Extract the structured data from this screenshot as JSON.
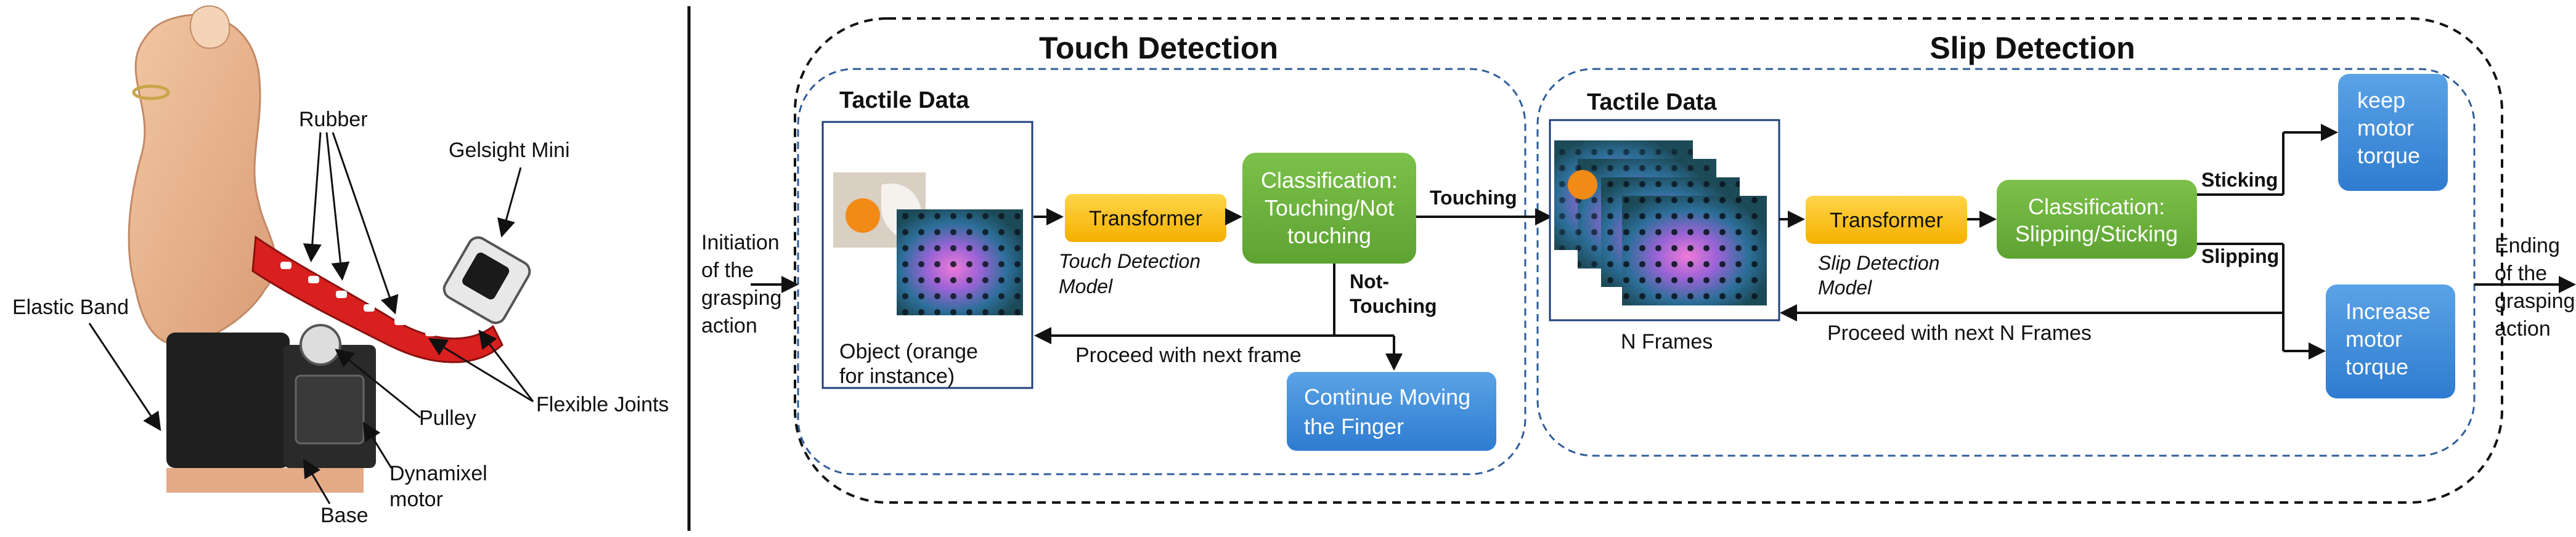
{
  "photo": {
    "rubber": "Rubber",
    "gelsight_mini": "Gelsight Mini",
    "elastic_band": "Elastic Band",
    "pulley": "Pulley",
    "flexible_joints": "Flexible Joints",
    "dynamixel": "Dynamixel",
    "motor": "motor",
    "base": "Base"
  },
  "pipeline": {
    "touch_header": "Touch Detection",
    "slip_header": "Slip Detection",
    "initiation": [
      "Initiation",
      "of the",
      "grasping",
      "action"
    ],
    "ending": [
      "Ending",
      "of the",
      "grasping",
      "action"
    ],
    "tactile_data": "Tactile Data",
    "object_caption": [
      "Object (orange",
      "for instance)"
    ],
    "transformer": "Transformer",
    "touch_model": [
      "Touch Detection",
      "Model"
    ],
    "touch_classifier": [
      "Classification:",
      "Touching/Not",
      "touching"
    ],
    "touching": "Touching",
    "not_touching": [
      "Not-",
      "Touching"
    ],
    "next_frame": "Proceed with next frame",
    "continue_moving": [
      "Continue Moving",
      "the Finger"
    ],
    "n_frames": "N Frames",
    "slip_model": [
      "Slip Detection",
      "Model"
    ],
    "slip_classifier": [
      "Classification:",
      "Slipping/Sticking"
    ],
    "sticking": "Sticking",
    "slipping": "Slipping",
    "next_n_frames": "Proceed with next N Frames",
    "keep_torque": [
      "keep",
      "motor",
      "torque"
    ],
    "increase_torque": [
      "Increase",
      "motor",
      "torque"
    ]
  }
}
